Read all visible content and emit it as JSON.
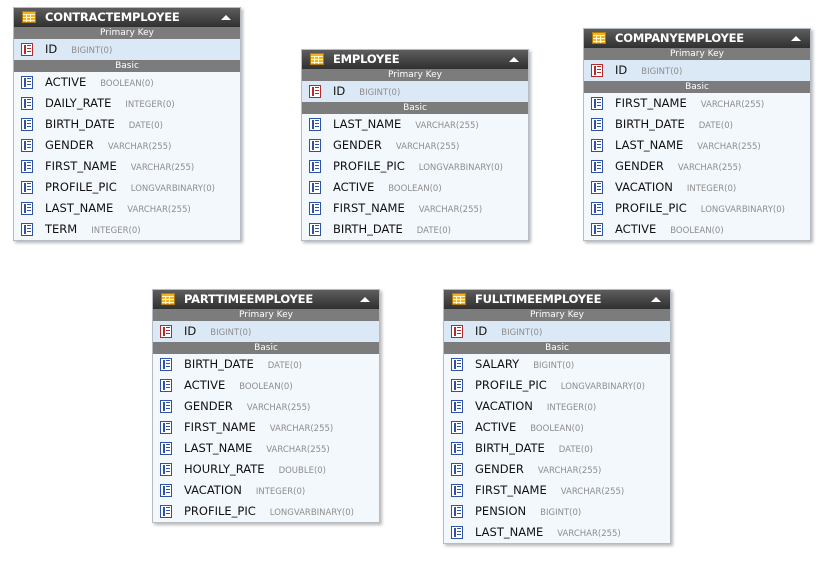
{
  "section_labels": {
    "primary_key": "Primary Key",
    "basic": "Basic"
  },
  "entities": {
    "contractemployee": {
      "name": "CONTRACTEMPLOYEE",
      "pk": {
        "name": "ID",
        "type": "BIGINT(0)"
      },
      "fields": [
        {
          "name": "ACTIVE",
          "type": "BOOLEAN(0)"
        },
        {
          "name": "DAILY_RATE",
          "type": "INTEGER(0)"
        },
        {
          "name": "BIRTH_DATE",
          "type": "DATE(0)"
        },
        {
          "name": "GENDER",
          "type": "VARCHAR(255)"
        },
        {
          "name": "FIRST_NAME",
          "type": "VARCHAR(255)"
        },
        {
          "name": "PROFILE_PIC",
          "type": "LONGVARBINARY(0)"
        },
        {
          "name": "LAST_NAME",
          "type": "VARCHAR(255)"
        },
        {
          "name": "TERM",
          "type": "INTEGER(0)"
        }
      ]
    },
    "employee": {
      "name": "EMPLOYEE",
      "pk": {
        "name": "ID",
        "type": "BIGINT(0)"
      },
      "fields": [
        {
          "name": "LAST_NAME",
          "type": "VARCHAR(255)"
        },
        {
          "name": "GENDER",
          "type": "VARCHAR(255)"
        },
        {
          "name": "PROFILE_PIC",
          "type": "LONGVARBINARY(0)"
        },
        {
          "name": "ACTIVE",
          "type": "BOOLEAN(0)"
        },
        {
          "name": "FIRST_NAME",
          "type": "VARCHAR(255)"
        },
        {
          "name": "BIRTH_DATE",
          "type": "DATE(0)"
        }
      ]
    },
    "companyemployee": {
      "name": "COMPANYEMPLOYEE",
      "pk": {
        "name": "ID",
        "type": "BIGINT(0)"
      },
      "fields": [
        {
          "name": "FIRST_NAME",
          "type": "VARCHAR(255)"
        },
        {
          "name": "BIRTH_DATE",
          "type": "DATE(0)"
        },
        {
          "name": "LAST_NAME",
          "type": "VARCHAR(255)"
        },
        {
          "name": "GENDER",
          "type": "VARCHAR(255)"
        },
        {
          "name": "VACATION",
          "type": "INTEGER(0)"
        },
        {
          "name": "PROFILE_PIC",
          "type": "LONGVARBINARY(0)"
        },
        {
          "name": "ACTIVE",
          "type": "BOOLEAN(0)"
        }
      ]
    },
    "parttimeemployee": {
      "name": "PARTTIMEEMPLOYEE",
      "pk": {
        "name": "ID",
        "type": "BIGINT(0)"
      },
      "fields": [
        {
          "name": "BIRTH_DATE",
          "type": "DATE(0)"
        },
        {
          "name": "ACTIVE",
          "type": "BOOLEAN(0)"
        },
        {
          "name": "GENDER",
          "type": "VARCHAR(255)"
        },
        {
          "name": "FIRST_NAME",
          "type": "VARCHAR(255)"
        },
        {
          "name": "LAST_NAME",
          "type": "VARCHAR(255)"
        },
        {
          "name": "HOURLY_RATE",
          "type": "DOUBLE(0)"
        },
        {
          "name": "VACATION",
          "type": "INTEGER(0)"
        },
        {
          "name": "PROFILE_PIC",
          "type": "LONGVARBINARY(0)"
        }
      ]
    },
    "fulltimeemployee": {
      "name": "FULLTIMEEMPLOYEE",
      "pk": {
        "name": "ID",
        "type": "BIGINT(0)"
      },
      "fields": [
        {
          "name": "SALARY",
          "type": "BIGINT(0)"
        },
        {
          "name": "PROFILE_PIC",
          "type": "LONGVARBINARY(0)"
        },
        {
          "name": "VACATION",
          "type": "INTEGER(0)"
        },
        {
          "name": "ACTIVE",
          "type": "BOOLEAN(0)"
        },
        {
          "name": "BIRTH_DATE",
          "type": "DATE(0)"
        },
        {
          "name": "GENDER",
          "type": "VARCHAR(255)"
        },
        {
          "name": "FIRST_NAME",
          "type": "VARCHAR(255)"
        },
        {
          "name": "PENSION",
          "type": "BIGINT(0)"
        },
        {
          "name": "LAST_NAME",
          "type": "VARCHAR(255)"
        }
      ]
    }
  }
}
